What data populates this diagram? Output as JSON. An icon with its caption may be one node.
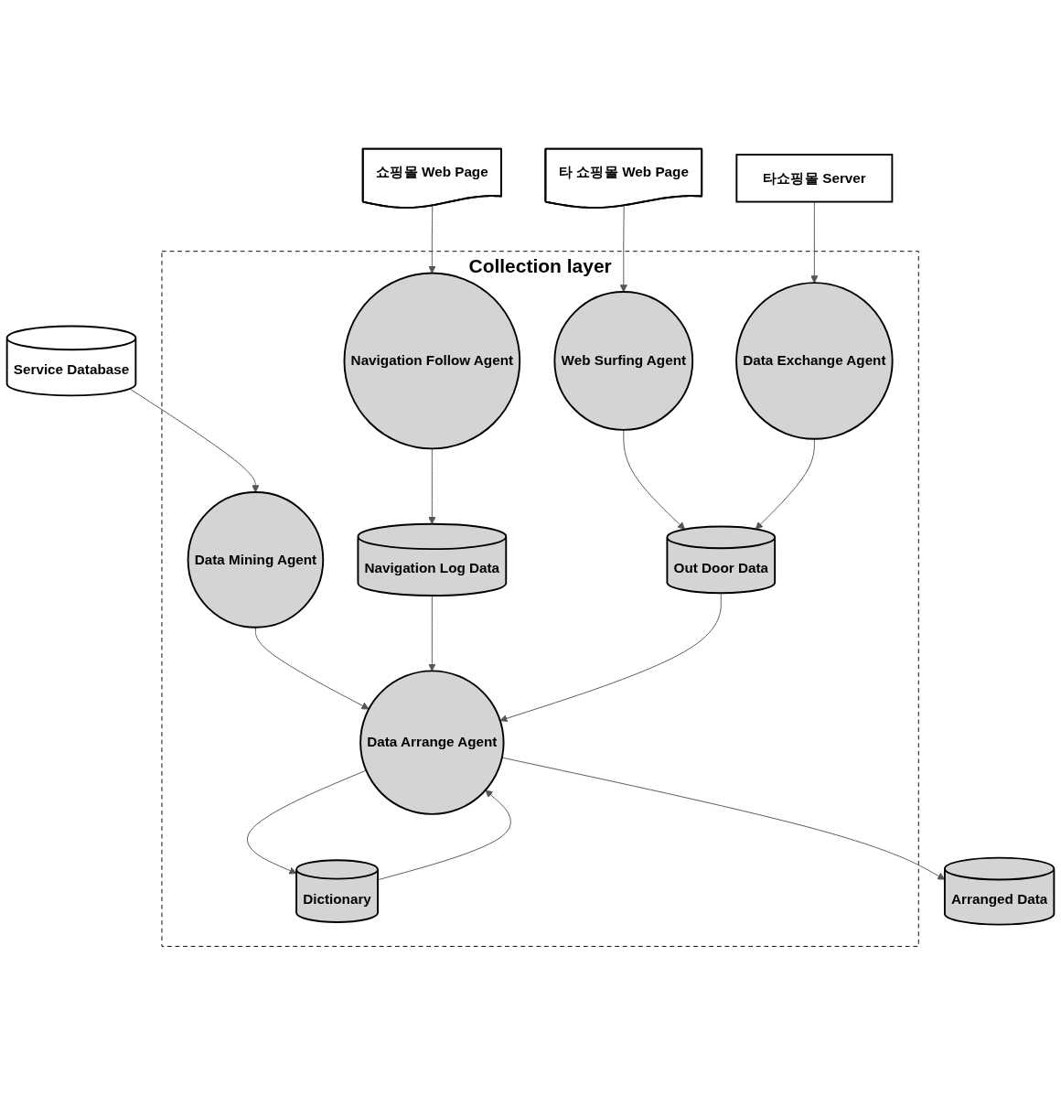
{
  "diagram": {
    "nodes": [
      {
        "text": [
          "Service Database"
        ]
      },
      {
        "text": [
          "쇼핑몰 Web Page"
        ]
      },
      {
        "text": [
          "타 쇼핑몰 Web Page"
        ]
      },
      {
        "text": [
          "타쇼핑몰 Server"
        ]
      },
      {
        "text": [
          "Collection layer"
        ]
      },
      {
        "text": [
          "Data Mining Agent"
        ],
        "in": 4
      },
      {
        "text": [
          "Navigation Follow Agent"
        ],
        "in": 4
      },
      {
        "text": [
          "Web Surfing Agent"
        ],
        "in": 4
      },
      {
        "text": [
          "Data Exchange Agent"
        ],
        "in": 4
      },
      {
        "text": [
          "Navigation Log Data"
        ],
        "in": 4
      },
      {
        "text": [
          "Out Door Data"
        ],
        "in": 4
      },
      {
        "text": [
          "Data Arrange Agent"
        ],
        "in": 4
      },
      {
        "text": [
          "Dictionary"
        ],
        "in": 4
      },
      {
        "text": [
          "Arranged Data"
        ]
      }
    ],
    "edges": [
      {
        "from": 0,
        "to": 5,
        "arrow": "to"
      },
      {
        "from": 1,
        "to": 6,
        "arrow": "to"
      },
      {
        "from": 2,
        "to": 7,
        "arrow": "to"
      },
      {
        "from": 3,
        "to": 8,
        "arrow": "to"
      },
      {
        "from": 6,
        "to": 9,
        "arrow": "to"
      },
      {
        "from": 7,
        "to": 10,
        "arrow": "to"
      },
      {
        "from": 8,
        "to": 10,
        "arrow": "to"
      },
      {
        "from": 5,
        "to": 11,
        "arrow": "to"
      },
      {
        "from": 9,
        "to": 11,
        "arrow": "to"
      },
      {
        "from": 10,
        "to": 11,
        "arrow": "to"
      },
      {
        "from": 12,
        "to": 11,
        "arrow": "to"
      },
      {
        "from": 11,
        "to": 12,
        "arrow": "to"
      },
      {
        "from": 11,
        "to": 13,
        "arrow": "to"
      }
    ]
  }
}
